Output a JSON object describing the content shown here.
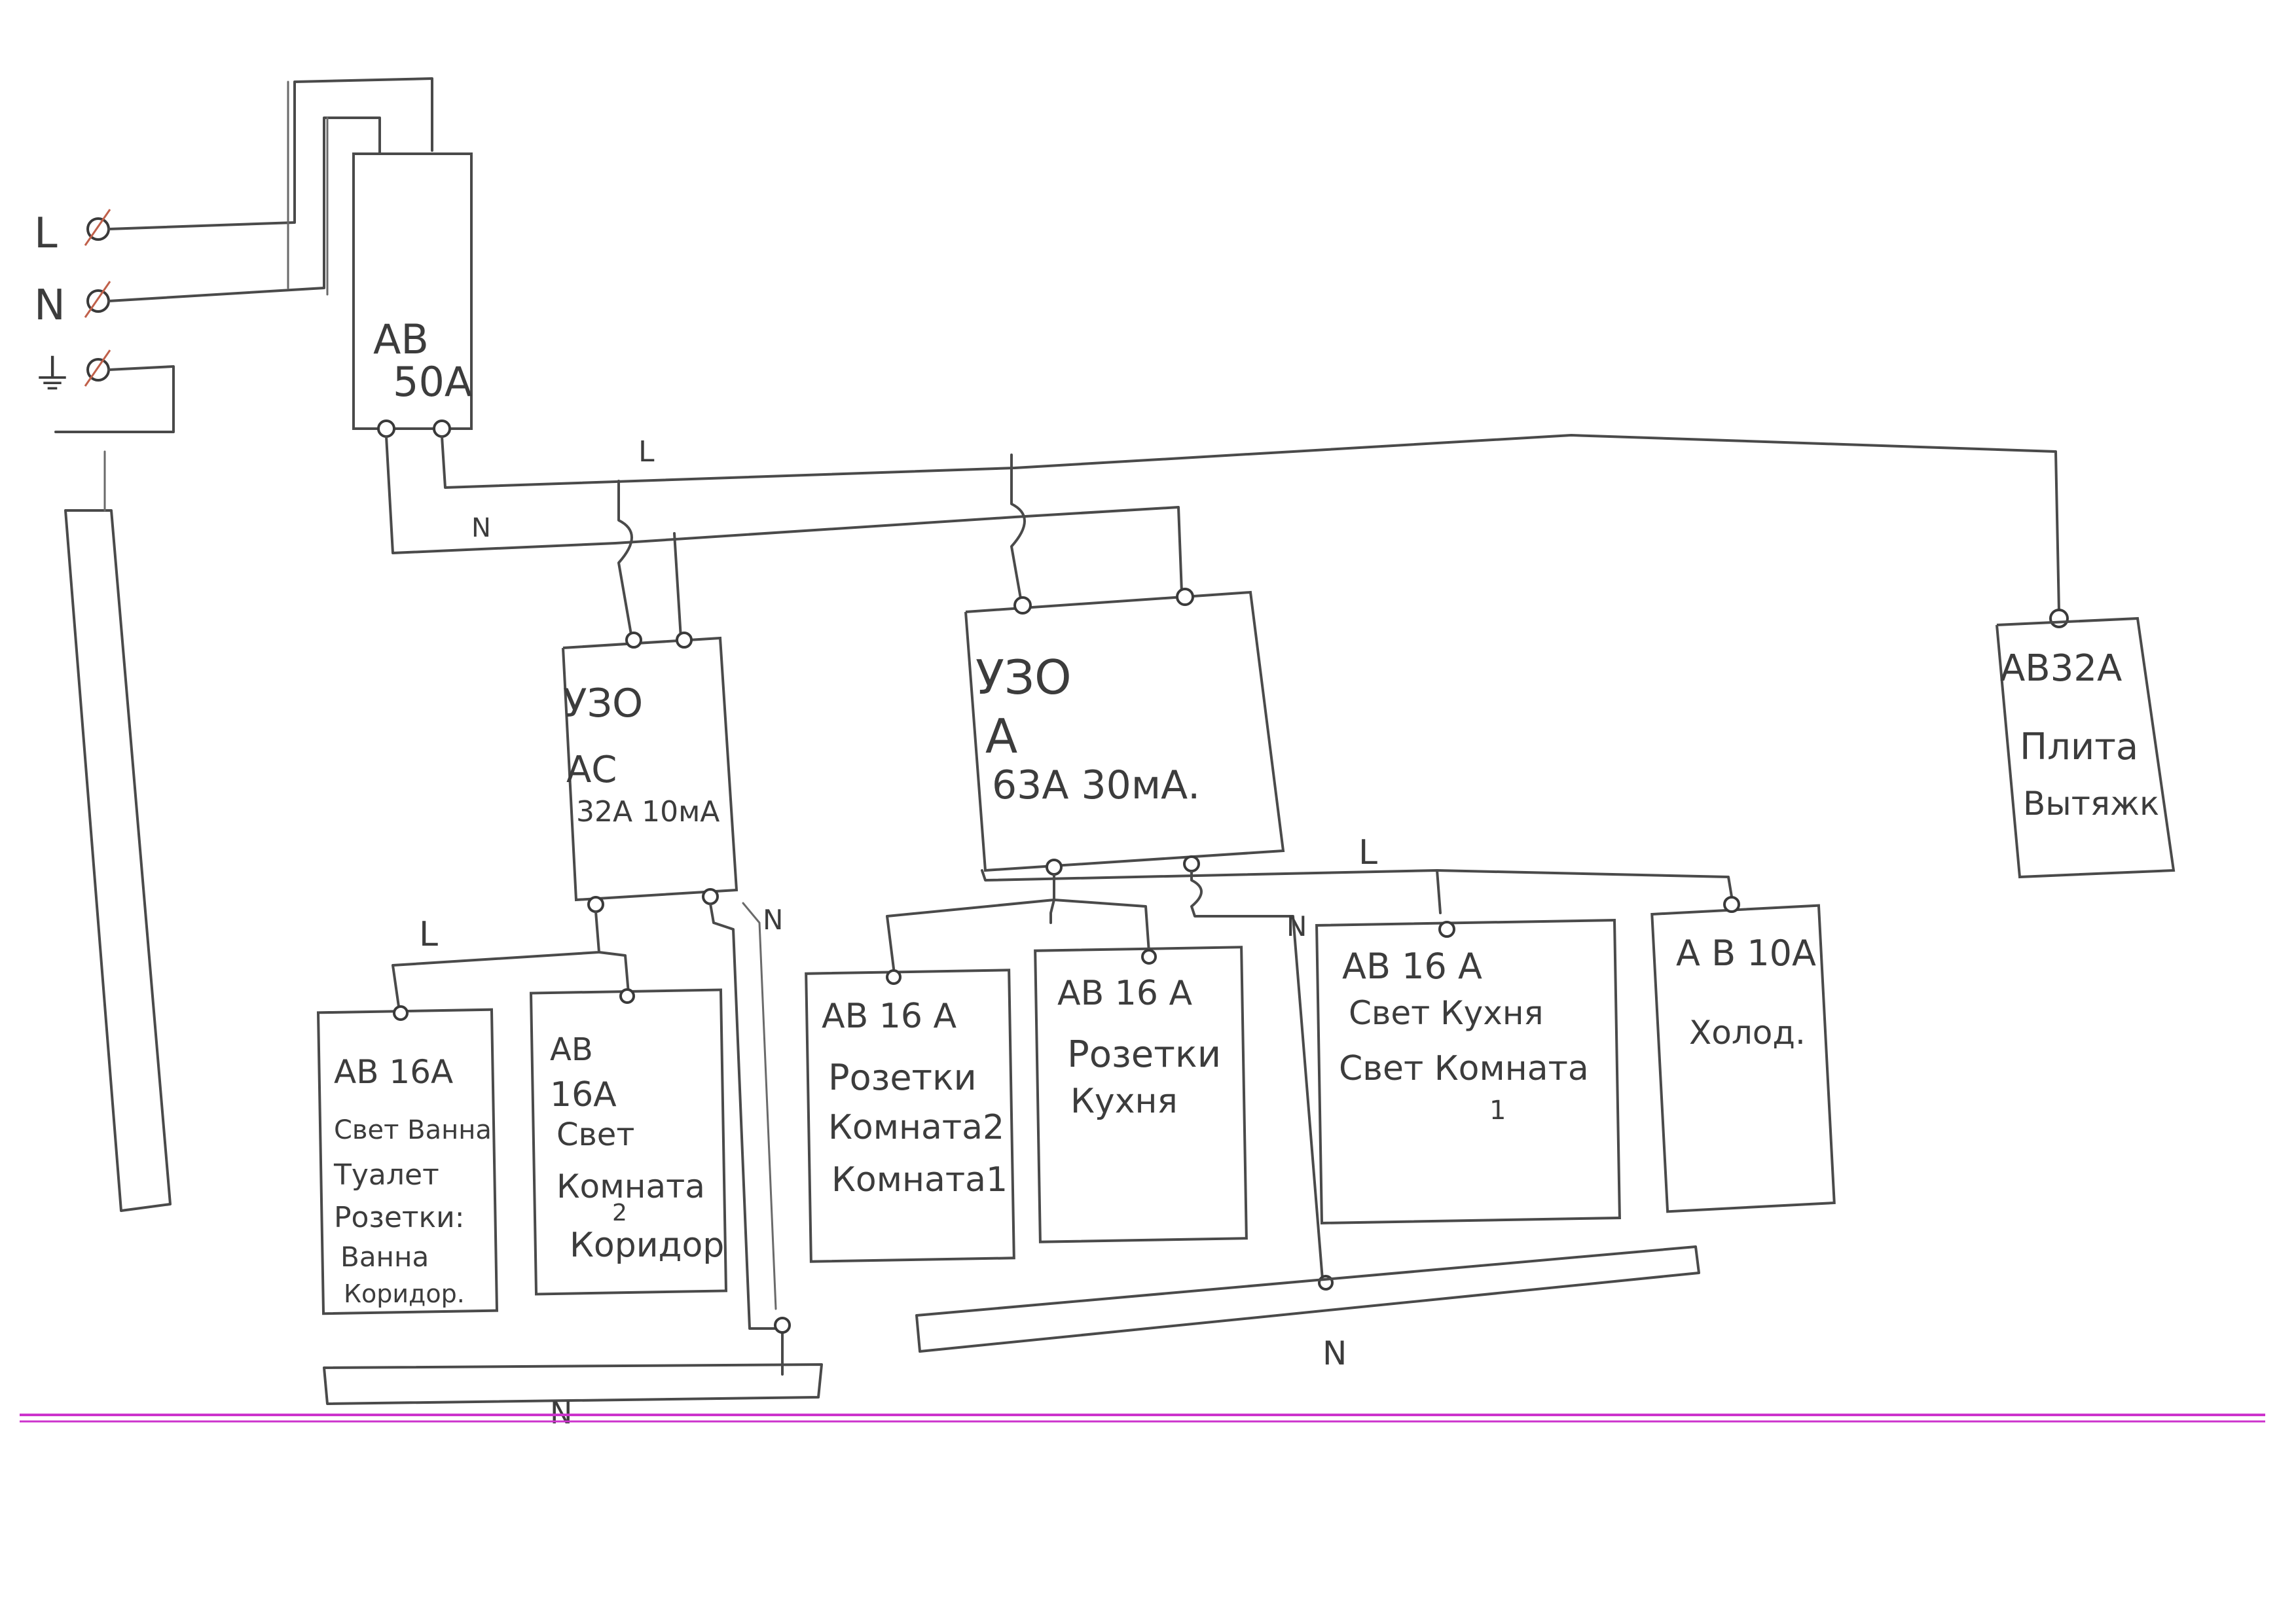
{
  "input": {
    "terminals": [
      {
        "label": "L"
      },
      {
        "label": "N"
      },
      {
        "label": "⏚"
      }
    ]
  },
  "main_breaker": {
    "lines": [
      "АВ",
      "50А"
    ]
  },
  "bus_labels": {
    "line_top": "L",
    "neutral_top": "N",
    "line_left_group": "L",
    "neutral_left_rcd": "N",
    "line_right_group": "L",
    "neutral_right_rcd": "N",
    "neutral_left_bar": "N",
    "neutral_right_bar": "N"
  },
  "rcd_left": {
    "lines": [
      "УЗО",
      "АС",
      "32А 10мА"
    ]
  },
  "rcd_right": {
    "lines": [
      "УЗО",
      "А",
      "63А 30мА."
    ]
  },
  "stove_breaker": {
    "lines": [
      "АВ32А",
      "Плита",
      "Вытяжк"
    ]
  },
  "circuits": [
    {
      "lines": [
        "АВ 16А",
        "Свет Ванна",
        "Туалет",
        "Розетки:",
        "Ванна",
        "Коридор."
      ]
    },
    {
      "lines": [
        "АВ",
        "16А",
        "Свет",
        "Комната",
        "2",
        "Коридор"
      ]
    },
    {
      "lines": [
        "АВ 16 А",
        "Розетки",
        "Комната2",
        "Комната1"
      ]
    },
    {
      "lines": [
        "АВ 16 А",
        "Розетки",
        "Кухня"
      ]
    },
    {
      "lines": [
        "АВ 16 А",
        "Свет Кухня",
        "Свет Комната",
        "1"
      ]
    },
    {
      "lines": [
        "А В 10А",
        "Холод."
      ]
    }
  ],
  "colors": {
    "pencil": "#4a4a4a",
    "margin_line": "#cc33cc"
  }
}
